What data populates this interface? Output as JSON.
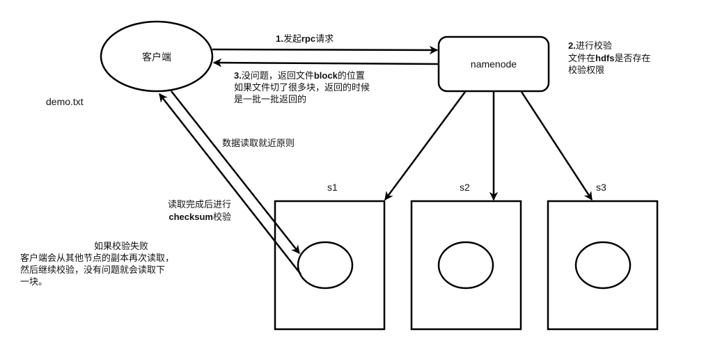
{
  "nodes": {
    "client": {
      "label": "客户端"
    },
    "namenode": {
      "label": "namenode"
    },
    "datanodes": [
      {
        "id": "s1",
        "label": "s1"
      },
      {
        "id": "s2",
        "label": "s2"
      },
      {
        "id": "s3",
        "label": "s3"
      }
    ]
  },
  "file_label": "demo.txt",
  "annotations": {
    "step1": {
      "bold": "1.",
      "rest_bold": "rpc",
      "pre": "发起",
      "post": "请求"
    },
    "step2": {
      "line1_bold": "2.",
      "line1": "进行校验",
      "line2_pre": "文件在",
      "line2_bold": "hdfs",
      "line2_post": "是否存在",
      "line3": "校验权限"
    },
    "step3": {
      "line1_bold": "3.",
      "line1_pre": "没问题，返回文件",
      "line1_bold2": "block",
      "line1_post": "的位置",
      "line2": "如果文件切了很多块，返回的时候",
      "line3": "是一批一批返回的"
    },
    "nearest_read": "数据读取就近原则",
    "checksum": {
      "line1": "读取完成后进行",
      "line2_bold": "checksum",
      "line2_post": "校验"
    },
    "failure": {
      "line1": "如果校验失败",
      "line2": "客户端会从其他节点的副本再次读取，",
      "line3": "然后继续校验，没有问题就会读取下",
      "line4": "一块。"
    }
  },
  "colors": {
    "stroke": "#000000",
    "background": "#ffffff",
    "text": "#111111"
  }
}
